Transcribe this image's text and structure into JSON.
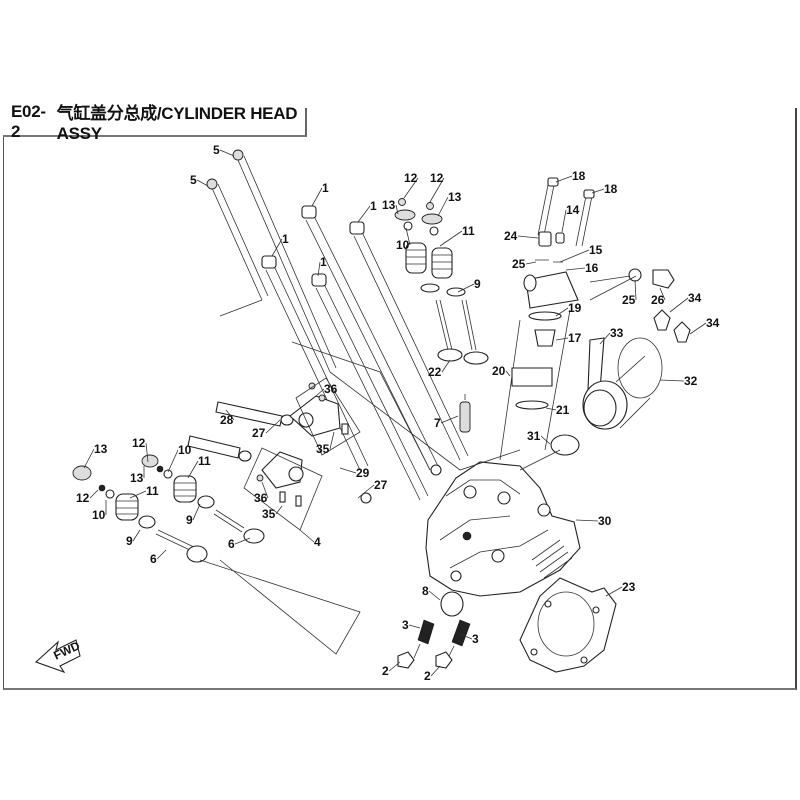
{
  "header": {
    "code": "E02-2",
    "title": "气缸盖分总成/CYLINDER HEAD ASSY"
  },
  "fwd_arrow": {
    "label": "FWD"
  },
  "callouts": [
    {
      "part": "5"
    },
    {
      "part": "5"
    },
    {
      "part": "1"
    },
    {
      "part": "1"
    },
    {
      "part": "1"
    },
    {
      "part": "1"
    },
    {
      "part": "12"
    },
    {
      "part": "12"
    },
    {
      "part": "13"
    },
    {
      "part": "13"
    },
    {
      "part": "10"
    },
    {
      "part": "11"
    },
    {
      "part": "9"
    },
    {
      "part": "18"
    },
    {
      "part": "18"
    },
    {
      "part": "14"
    },
    {
      "part": "24"
    },
    {
      "part": "15"
    },
    {
      "part": "25"
    },
    {
      "part": "16"
    },
    {
      "part": "25"
    },
    {
      "part": "26"
    },
    {
      "part": "34"
    },
    {
      "part": "34"
    },
    {
      "part": "19"
    },
    {
      "part": "17"
    },
    {
      "part": "33"
    },
    {
      "part": "22"
    },
    {
      "part": "20"
    },
    {
      "part": "32"
    },
    {
      "part": "21"
    },
    {
      "part": "7"
    },
    {
      "part": "31"
    },
    {
      "part": "36"
    },
    {
      "part": "28"
    },
    {
      "part": "27"
    },
    {
      "part": "35"
    },
    {
      "part": "29"
    },
    {
      "part": "13"
    },
    {
      "part": "12"
    },
    {
      "part": "10"
    },
    {
      "part": "11"
    },
    {
      "part": "13"
    },
    {
      "part": "12"
    },
    {
      "part": "36"
    },
    {
      "part": "27"
    },
    {
      "part": "11"
    },
    {
      "part": "10"
    },
    {
      "part": "9"
    },
    {
      "part": "35"
    },
    {
      "part": "9"
    },
    {
      "part": "6"
    },
    {
      "part": "4"
    },
    {
      "part": "6"
    },
    {
      "part": "30"
    },
    {
      "part": "8"
    },
    {
      "part": "23"
    },
    {
      "part": "3"
    },
    {
      "part": "3"
    },
    {
      "part": "2"
    },
    {
      "part": "2"
    }
  ]
}
